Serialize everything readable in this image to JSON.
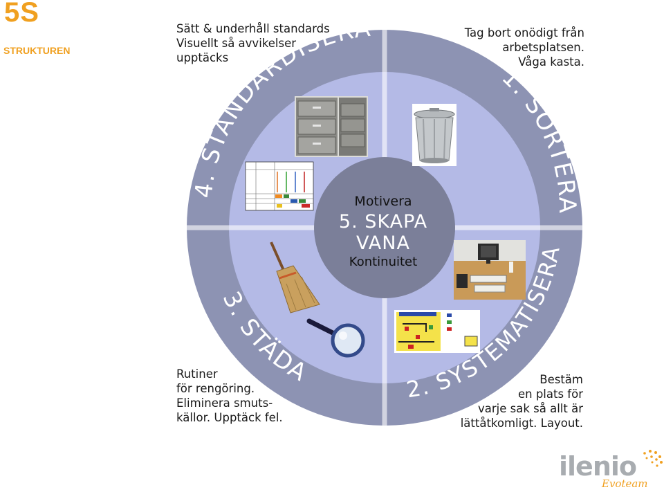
{
  "header": {
    "title": "5S",
    "subtitle": "STRUKTUREN"
  },
  "center": {
    "line1": "Motivera",
    "line2": "5. SKAPA",
    "line3": "VANA",
    "line4": "Kontinuitet"
  },
  "quadrants": [
    {
      "label": "1. SORTERA",
      "note_lines": [
        "Tag bort onödigt från",
        "arbetsplatsen.",
        "Våga kasta."
      ]
    },
    {
      "label": "2. SYSTEMATISERA",
      "note_lines": [
        "Bestäm",
        "en plats för",
        "varje sak så allt är",
        "lättåtkomligt. Layout."
      ]
    },
    {
      "label": "3. STÄDA",
      "note_lines": [
        "Rutiner",
        "för rengöring.",
        "Eliminera smuts-",
        "källor. Upptäck fel."
      ]
    },
    {
      "label": "4. STANDARDISERA",
      "note_lines": [
        "Sätt & underhåll standards",
        "Visuellt så avvikelser",
        "upptäcks"
      ]
    }
  ],
  "logo": {
    "word": "ilenio",
    "sub": "Evoteam"
  },
  "colors": {
    "ring": "#8d93b3",
    "inner": "#b4bae6",
    "center": "#7b7f99",
    "accent": "#f0a020"
  }
}
